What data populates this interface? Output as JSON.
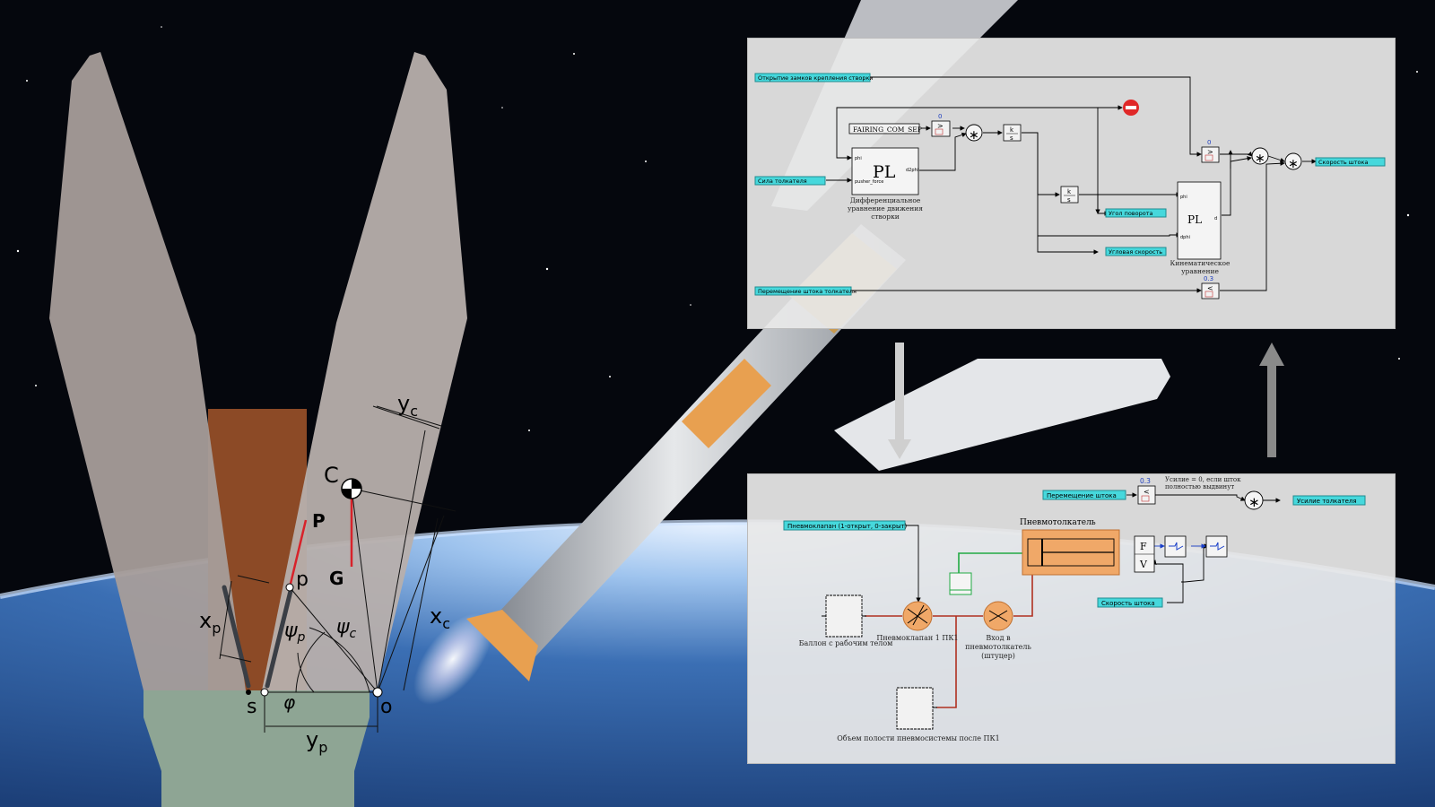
{
  "geometry": {
    "labels": {
      "yc": "y",
      "yc_sub": "c",
      "C": "C",
      "P": "P",
      "G": "G",
      "p": "p",
      "xp": "x",
      "xp_sub": "p",
      "psi_p": "ψ",
      "psi_p_sub": "p",
      "psi_c": "ψ",
      "psi_c_sub": "c",
      "xc": "x",
      "xc_sub": "c",
      "phi": "φ",
      "s": "s",
      "o": "o",
      "yp": "y",
      "yp_sub": "p"
    }
  },
  "top_panel": {
    "input_latch_open": "Открытие замков крепления створки",
    "fairing_com_sep": "FAIRING_COM_SEP",
    "const_zero_1": "0",
    "const_zero_2": "0",
    "const_03": "0.3",
    "input_pusher_force": "Сила толкателя",
    "pl_block": "PL",
    "pl_port_phi": "phi",
    "pl_port_pusher": "pusher_force",
    "pl_port_d2phi": "d2phi",
    "diff_eq_caption": "Дифференциальное уравнение движения створки",
    "int_k": "k",
    "int_s": "s",
    "output_angle": "Угол поворота",
    "output_angular_speed": "Угловая скорость",
    "pl2_block": "PL",
    "pl2_port_phi": "phi",
    "pl2_port_dphi": "dphi",
    "pl2_port_d": "d",
    "kin_eq_caption": "Кинематическое уравнение",
    "input_rod_displacement": "Перемещение штока толкателя",
    "output_rod_speed": "Скорость штока",
    "mult": "∗",
    "gt": ">",
    "lt": "<"
  },
  "bottom_panel": {
    "input_rod_disp": "Перемещение штока",
    "const_03": "0.3",
    "note_force": "Усилие = 0, если шток полностью выдвинут",
    "output_force": "Усилие толкателя",
    "input_valve": "Пневмоклапан (1-открыт, 0-закрыт)",
    "pneumo_pusher_title": "Пневмотолкатель",
    "F": "F",
    "V": "V",
    "input_rod_speed": "Скорость штока",
    "balloon_caption": "Баллон с рабочим телом",
    "valve_caption": "Пневмоклапан 1 ПК1",
    "inlet_caption": "Вход в пневмотолкатель (штуцер)",
    "volume_caption": "Объем полости пневмосистемы после ПК1",
    "mult": "∗",
    "lt": "<"
  },
  "colors": {
    "cyan_block": "#46d8dc",
    "orange_block": "#f0a868",
    "pipe_red": "#b03020",
    "pipe_green": "#22aa44",
    "stop_red": "#e02828",
    "const_blue": "#2040c0"
  }
}
